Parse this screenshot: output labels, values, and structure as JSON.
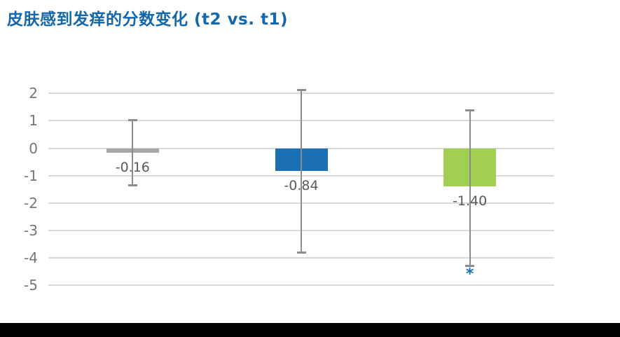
{
  "page": {
    "background_color": "#ffffff",
    "bottom_bar_color": "#000000"
  },
  "chart_data": {
    "type": "bar",
    "title": "皮肤感到发痒的分数变化 (t2 vs. t1)",
    "title_color": "#1467ab",
    "categories": [
      "",
      "",
      ""
    ],
    "values": [
      -0.16,
      -0.84,
      -1.4
    ],
    "data_labels": [
      "-0.16",
      "-0.84",
      "-1.40"
    ],
    "bar_colors": [
      "#a6a6a6",
      "#1b70b4",
      "#a0cf54"
    ],
    "error_bars": {
      "upper": [
        1.03,
        2.13,
        1.4
      ],
      "lower": [
        -1.35,
        -3.8,
        -4.28
      ]
    },
    "yticks": [
      2,
      1,
      0,
      -1,
      -2,
      -3,
      -4,
      -5
    ],
    "ylim": [
      -5,
      2
    ],
    "xlabel": "",
    "ylabel": "",
    "grid": true,
    "legend": false,
    "grid_color": "#d9d9d9",
    "tick_color": "#767676",
    "data_label_color": "#5a5a5a",
    "error_bar_color": "#8c8c8c",
    "annotation": {
      "text": "*",
      "bar_index": 2,
      "y": -4.62,
      "color": "#1b70b4"
    }
  }
}
